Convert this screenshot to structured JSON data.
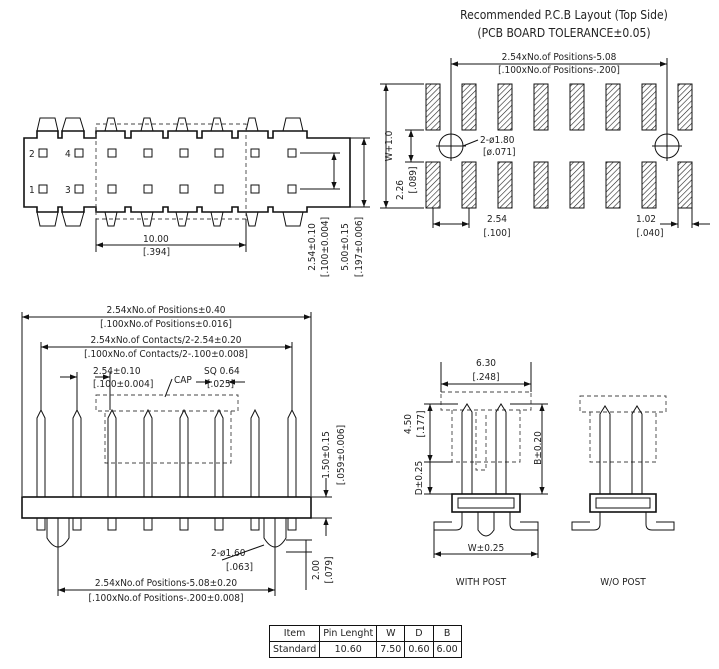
{
  "pcb": {
    "title1": "Recommended P.C.B Layout (Top Side)",
    "title2": "(PCB BOARD TOLERANCE±0.05)",
    "dim_top1": "2.54xNo.of Positions-5.08",
    "dim_top2": "[.100xNo.of Positions-.200]",
    "w_label": "W+1.0",
    "hole1": "2-ø1.80",
    "hole2": "[ø.071]",
    "d226": "2.26",
    "d089": "[.089]",
    "d254": "2.54",
    "d100": "[.100]",
    "d102": "1.02",
    "d040": "[.040]"
  },
  "top_view": {
    "pin1": "1",
    "pin2": "2",
    "pin3": "3",
    "pin4": "4",
    "d10": "10.00",
    "d394": "[.394]",
    "v1a": "2.54±0.10",
    "v1b": "[.100±0.004]",
    "v2a": "5.00±0.15",
    "v2b": "[.197±0.006]"
  },
  "front_view": {
    "d1a": "2.54xNo.of Positions±0.40",
    "d1b": "[.100xNo.of Positions±0.016]",
    "d2a": "2.54xNo.of Contacts/2-2.54±0.20",
    "d2b": "[.100xNo.of Contacts/2-.100±0.008]",
    "d3a": "2.54±0.10",
    "d3b": "[.100±0.004]",
    "cap": "CAP",
    "sq1": "SQ 0.64",
    "sq2": "[.025]",
    "h1": "1.50±0.15",
    "h2": "[.059±0.006]",
    "post1": "2-ø1.60",
    "post2": "[.063]",
    "p1": "2.00",
    "p2": "[.079]",
    "d4a": "2.54xNo.of Positions-5.08±0.20",
    "d4b": "[.100xNo.of Positions-.200±0.008]"
  },
  "side_view": {
    "w1": "6.30",
    "w2": "[.248]",
    "a1": "4.50",
    "a2": "[.177]",
    "b": "B±0.20",
    "d": "D±0.25",
    "w": "W±0.25",
    "with_post": "WITH POST",
    "wo_post": "W/O POST"
  },
  "table": {
    "headers": [
      "Item",
      "Pin Lenght",
      "W",
      "D",
      "B"
    ],
    "row": [
      "Standard",
      "10.60",
      "7.50",
      "0.60",
      "6.00"
    ]
  }
}
